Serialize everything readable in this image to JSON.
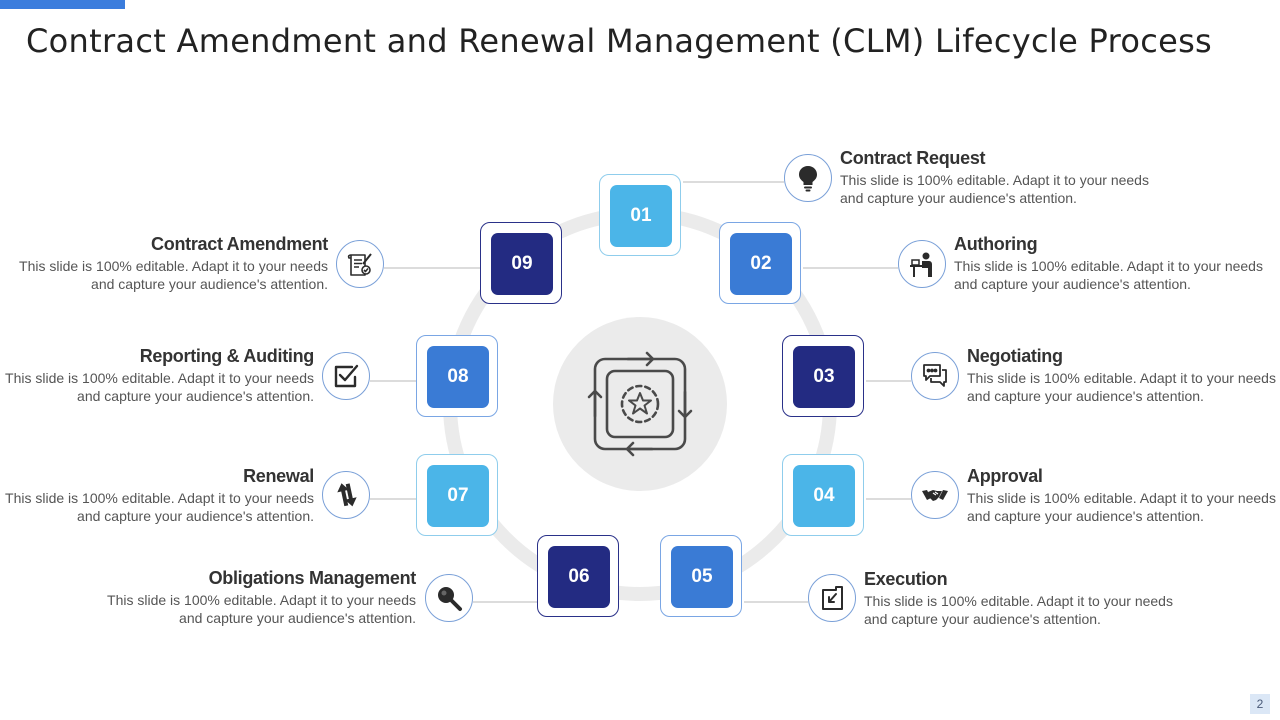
{
  "title": "Contract Amendment and Renewal Management (CLM) Lifecycle Process",
  "page_number": "2",
  "center_icon": "cycle-star-icon",
  "colors": {
    "navy": "#232b82",
    "blue": "#3a7bd5",
    "light_blue": "#4bb5e8",
    "accent": "#3b7ddd",
    "ring": "#ebebeb"
  },
  "steps": [
    {
      "number": "01",
      "title": "Contract Request",
      "description": "This slide is 100% editable. Adapt it to your needs and capture your audience's attention.",
      "icon": "lightbulb-icon",
      "color": "light_blue"
    },
    {
      "number": "02",
      "title": "Authoring",
      "description": "This slide is 100% editable. Adapt it to your needs and capture your audience's attention.",
      "icon": "person-at-desk-icon",
      "color": "blue"
    },
    {
      "number": "03",
      "title": "Negotiating",
      "description": "This slide is 100% editable. Adapt it to your needs and capture your audience's attention.",
      "icon": "chat-bubbles-icon",
      "color": "navy"
    },
    {
      "number": "04",
      "title": "Approval",
      "description": "This slide is 100% editable. Adapt it to your needs and capture your audience's attention.",
      "icon": "handshake-icon",
      "color": "light_blue"
    },
    {
      "number": "05",
      "title": "Execution",
      "description": "This slide is 100% editable. Adapt it to your needs and capture your audience's attention.",
      "icon": "sign-document-icon",
      "color": "blue"
    },
    {
      "number": "06",
      "title": "Obligations Management",
      "description": "This slide is 100% editable. Adapt it to your needs and capture your audience's attention.",
      "icon": "magnifier-icon",
      "color": "navy"
    },
    {
      "number": "07",
      "title": "Renewal",
      "description": "This slide is 100% editable. Adapt it to your needs and capture your audience's attention.",
      "icon": "refresh-arrows-icon",
      "color": "light_blue"
    },
    {
      "number": "08",
      "title": "Reporting & Auditing",
      "description": "This slide is 100% editable. Adapt it to your needs and capture your audience's attention.",
      "icon": "checkbox-icon",
      "color": "blue"
    },
    {
      "number": "09",
      "title": "Contract Amendment",
      "description": "This slide is 100% editable. Adapt it to your needs and capture your audience's attention.",
      "icon": "document-edit-icon",
      "color": "navy"
    }
  ]
}
